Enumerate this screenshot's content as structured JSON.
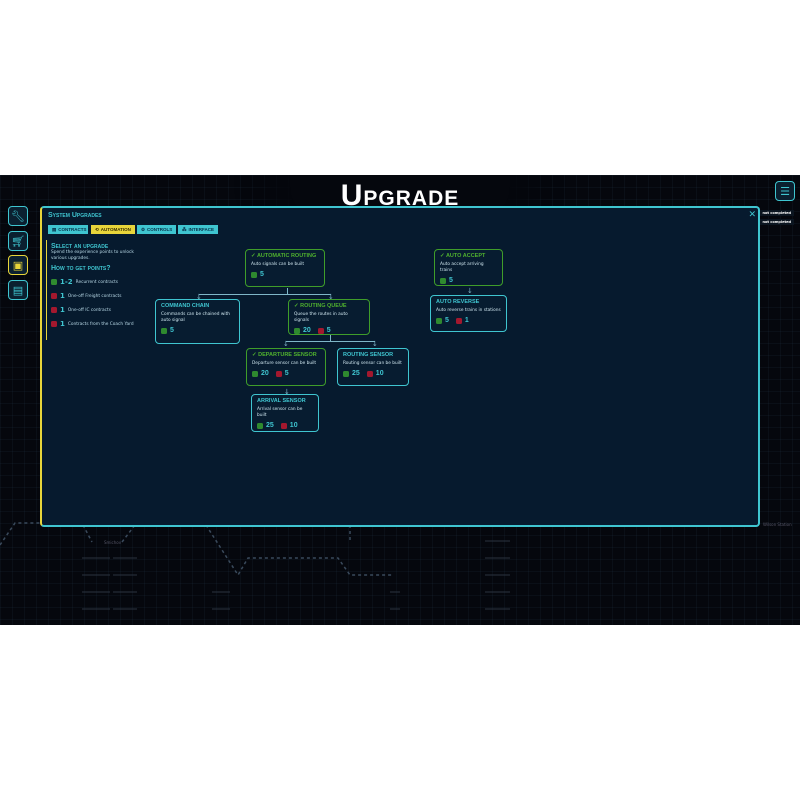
{
  "title": "Upgrade",
  "sidebar": [
    "wrench",
    "cart",
    "upgrades",
    "book"
  ],
  "panel": {
    "title": "System Upgrades",
    "close": "✕",
    "tabs": [
      {
        "label": "Contracts",
        "icon": "▤"
      },
      {
        "label": "Automation",
        "icon": "⟲"
      },
      {
        "label": "Controls",
        "icon": "⚙"
      },
      {
        "label": "Interface",
        "icon": "⁂"
      }
    ],
    "select_heading": "Select an upgrade",
    "select_text": "Spend the experience points to unlock various upgrades.",
    "points_heading": "How to get points?",
    "points": [
      {
        "value": "1-2",
        "text": "Recurrent contracts",
        "color": "green"
      },
      {
        "value": "1",
        "text": "One-off Freight contracts",
        "color": "red"
      },
      {
        "value": "1",
        "text": "One-off IC contracts",
        "color": "red"
      },
      {
        "value": "1",
        "text": "Contracts from the Coach Yard",
        "color": "red"
      }
    ]
  },
  "nodes": {
    "automatic_routing": {
      "title": "Automatic Routing",
      "desc": "Auto signals can be built",
      "green": "5",
      "done": true
    },
    "command_chain": {
      "title": "Command Chain",
      "desc": "Commands can be chained with auto signal",
      "green": "5"
    },
    "routing_queue": {
      "title": "Routing Queue",
      "desc": "Queue the routes in auto signals",
      "green": "20",
      "red": "5",
      "done": true
    },
    "departure_sensor": {
      "title": "Departure Sensor",
      "desc": "Departure sensor can be built",
      "green": "20",
      "red": "5",
      "done": true
    },
    "routing_sensor": {
      "title": "Routing Sensor",
      "desc": "Routing sensor can be built",
      "green": "25",
      "red": "10"
    },
    "arrival_sensor": {
      "title": "Arrival Sensor",
      "desc": "Arrival sensor can be built",
      "green": "25",
      "red": "10"
    },
    "auto_accept": {
      "title": "Auto Accept",
      "desc": "Auto accept arriving trains",
      "green": "5",
      "done": true
    },
    "auto_reverse": {
      "title": "Auto Reverse",
      "desc": "Auto reverse trains in stations",
      "green": "5",
      "red": "1"
    }
  },
  "check": "✓",
  "objectives": [
    "not completed",
    "not completed"
  ],
  "stations": [
    "Smichov",
    "Wilson Station"
  ]
}
